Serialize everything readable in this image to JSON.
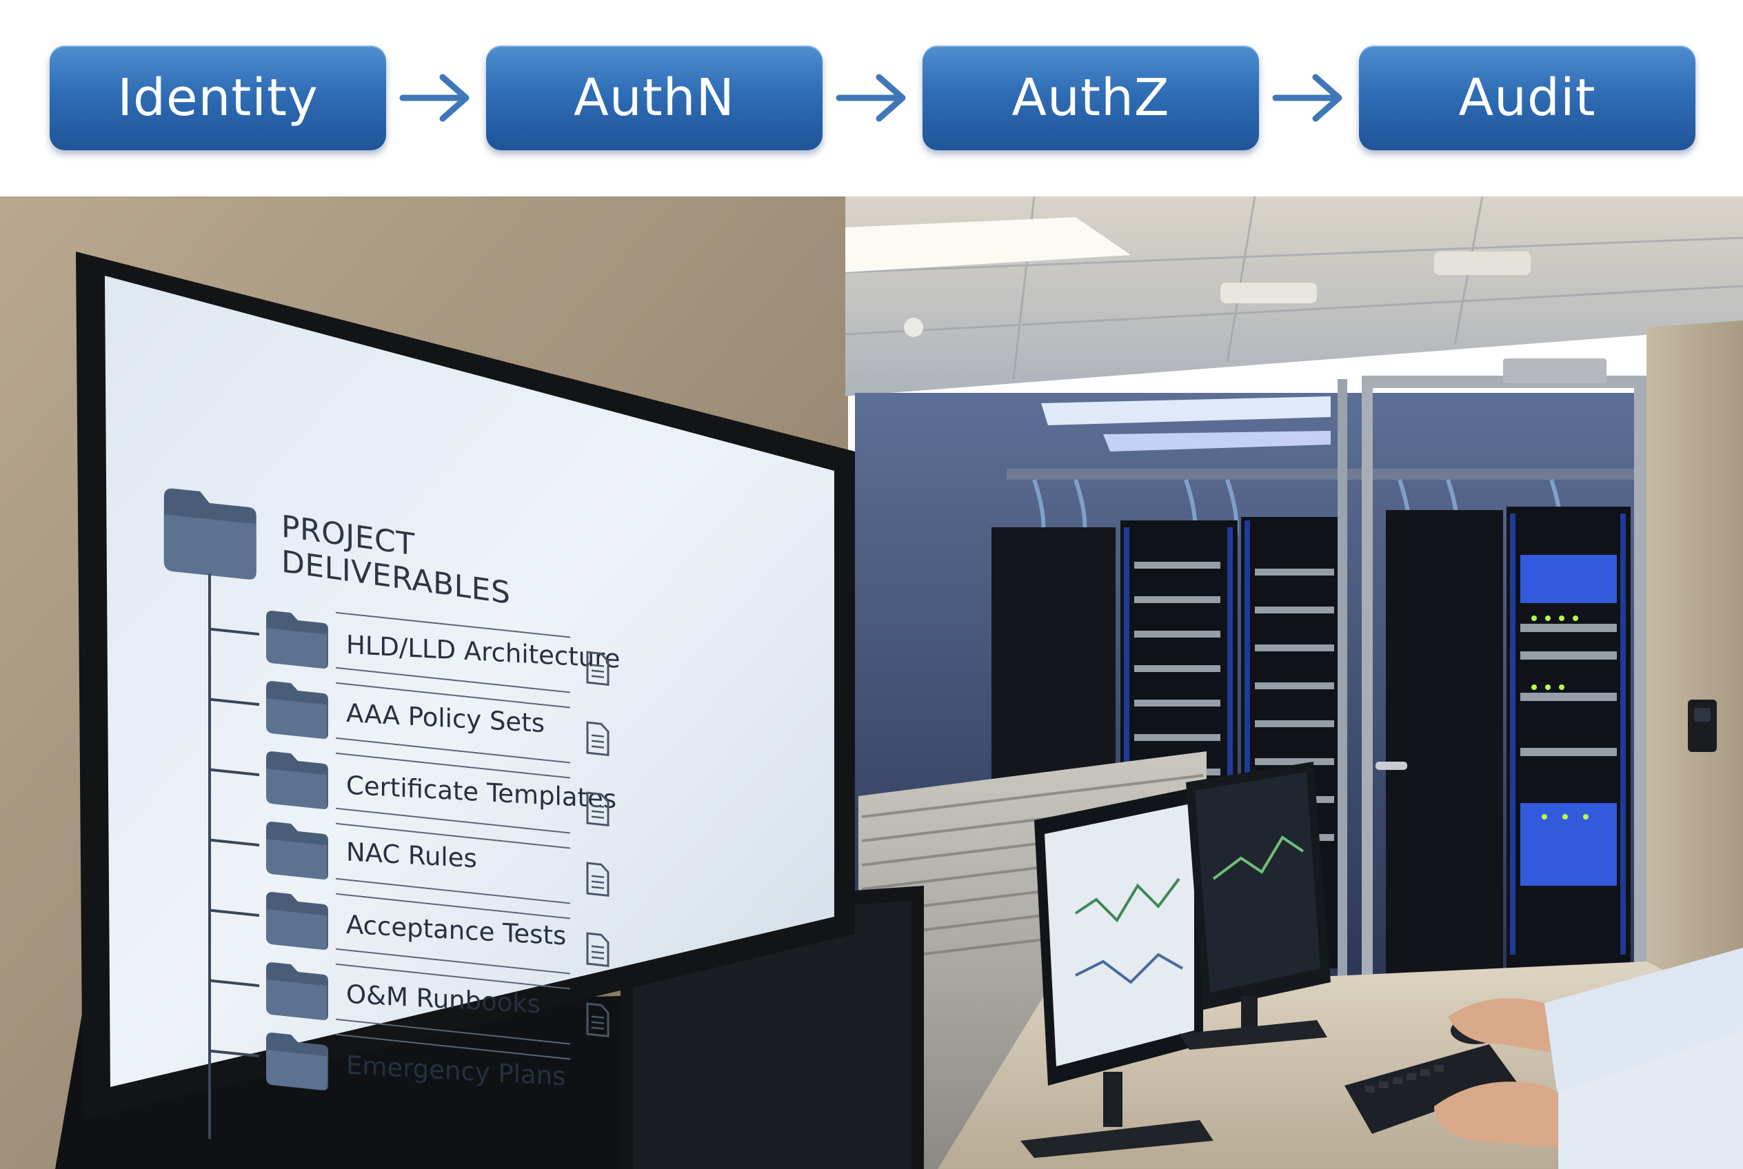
{
  "pipeline": {
    "stages": [
      {
        "label": "Identity"
      },
      {
        "label": "AuthN"
      },
      {
        "label": "AuthZ"
      },
      {
        "label": "Audit"
      }
    ],
    "accent": "#2f6db5",
    "arrow_color": "#3f77b8"
  },
  "display": {
    "title": "PROJECT DELIVERABLES",
    "items": [
      {
        "label": "HLD/LLD Architecture"
      },
      {
        "label": "AAA Policy Sets"
      },
      {
        "label": "Certificate Templates"
      },
      {
        "label": "NAC Rules"
      },
      {
        "label": "Acceptance Tests"
      },
      {
        "label": "O&M Runbooks"
      },
      {
        "label": "Emergency Plans"
      }
    ],
    "folder_color": "#4a5d78",
    "screen_color": "#e8eef5"
  },
  "scene": {
    "server_light_color": "#2e5cff",
    "icons": [
      "folder-icon",
      "document-icon",
      "arrow-right-icon"
    ]
  }
}
